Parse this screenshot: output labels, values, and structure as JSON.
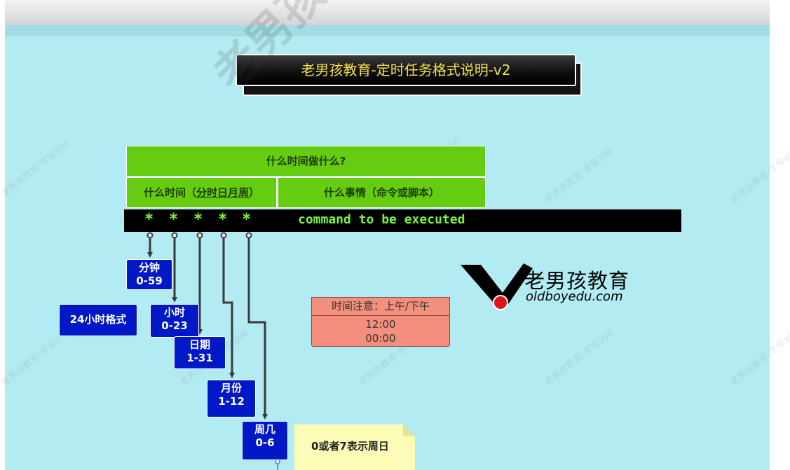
{
  "title": "老男孩教育-定时任务格式说明-v2",
  "header": {
    "what_when": "什么时间做什么?",
    "when_prefix": "什么时间（",
    "when_sub": "分时日月周",
    "when_suffix": "）",
    "what": "什么事情（命令或脚本）"
  },
  "command_bar": {
    "star": "*",
    "command": "command to be executed"
  },
  "fields": [
    {
      "name": "分钟",
      "range": "0-59"
    },
    {
      "name": "小时",
      "range": "0-23"
    },
    {
      "name": "日期",
      "range": "1-31"
    },
    {
      "name": "月份",
      "range": "1-12"
    },
    {
      "name": "周几",
      "range": "0-6"
    }
  ],
  "hour_format_label": "24小时格式",
  "weekday_note": "0或者7表示周日",
  "time_notice": {
    "heading": "时间注意：上午/下午",
    "line1": "12:00",
    "line2": "00:00"
  },
  "logo": {
    "cn": "老男孩教育",
    "en": "oldboyedu.com"
  },
  "watermark": {
    "big": "老男孩教育",
    "small": "老男孩教育-李导996"
  },
  "colors": {
    "background": "#b3ebf2",
    "green": "#66cc11",
    "field_blue": "#0018c6",
    "command_text": "#7cf23c",
    "title_text": "#f3e14b",
    "notice": "#f38f7c",
    "note": "#fdfcb6",
    "logo_red": "#e0141e"
  }
}
